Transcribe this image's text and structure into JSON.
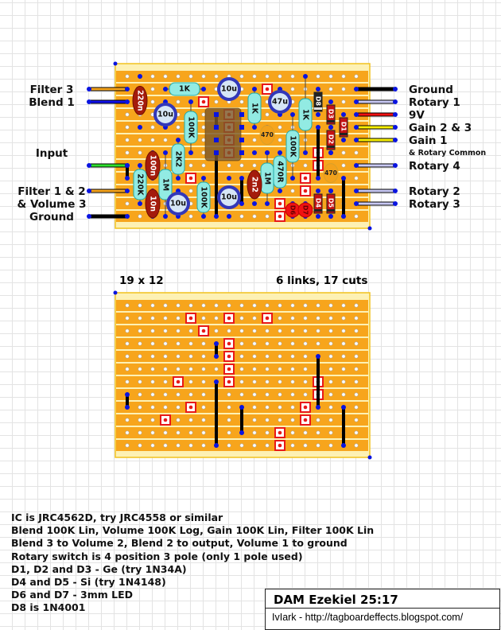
{
  "left_labels": [
    "Filter 3",
    "Blend 1",
    "Input",
    "Filter 1 & 2",
    "& Volume 3",
    "Ground"
  ],
  "right_labels": [
    "Ground",
    "Rotary 1",
    "9V",
    "Gain 2 & 3",
    "Gain 1",
    "& Rotary Common",
    "Rotary 4",
    "Rotary 2",
    "Rotary 3"
  ],
  "components": {
    "r0": "1K",
    "r1": "100K",
    "r2": "1K",
    "r3": "1K",
    "r4": "100K",
    "r5": "470R",
    "r6": "1M",
    "r7": "2K2",
    "r8": "1M",
    "r9": "220K",
    "r10": "100K",
    "e0": "10u",
    "e1": "10u",
    "e2": "47u",
    "e3": "10u",
    "e4": "10u",
    "f0": "220n",
    "f1": "100n",
    "f2": "10n",
    "f3": "2n2",
    "c0": "470",
    "c1": "470",
    "d0": "D8",
    "d1": "D3",
    "d2": "D2",
    "d3": "D1",
    "d4": "D4",
    "d5": "D5",
    "l0": "D6",
    "l1": "D7"
  },
  "board": {
    "size": "19 x 12",
    "summary": "6 links, 17 cuts"
  },
  "colors": {
    "strip": "#f7a51c",
    "board": "#fdf1b4",
    "resistor": "#92ebe3",
    "electrolytic": "#3338b8",
    "film": "#a41b0c",
    "diode": "#c41212",
    "led": "#f01212",
    "cut": "#e81818",
    "link": "#000000",
    "pad": "#0a14e0"
  },
  "notes": [
    "IC is JRC4562D, try JRC4558 or similar",
    "Blend 100K Lin, Volume 100K Log, Gain 100K Lin, Filter 100K Lin",
    "Blend 3 to Volume 2, Blend 2 to output, Volume 1 to ground",
    "Rotary switch is 4 position 3 pole (only 1 pole used)",
    "D1, D2 and D3 - Ge (try 1N34A)",
    "D4 and D5 - Si (try 1N4148)",
    "D6 and D7 - 3mm LED",
    "D8 is 1N4001"
  ],
  "title": "DAM Ezekiel 25:17",
  "footer": "IvIark - http://tagboardeffects.blogspot.com/"
}
